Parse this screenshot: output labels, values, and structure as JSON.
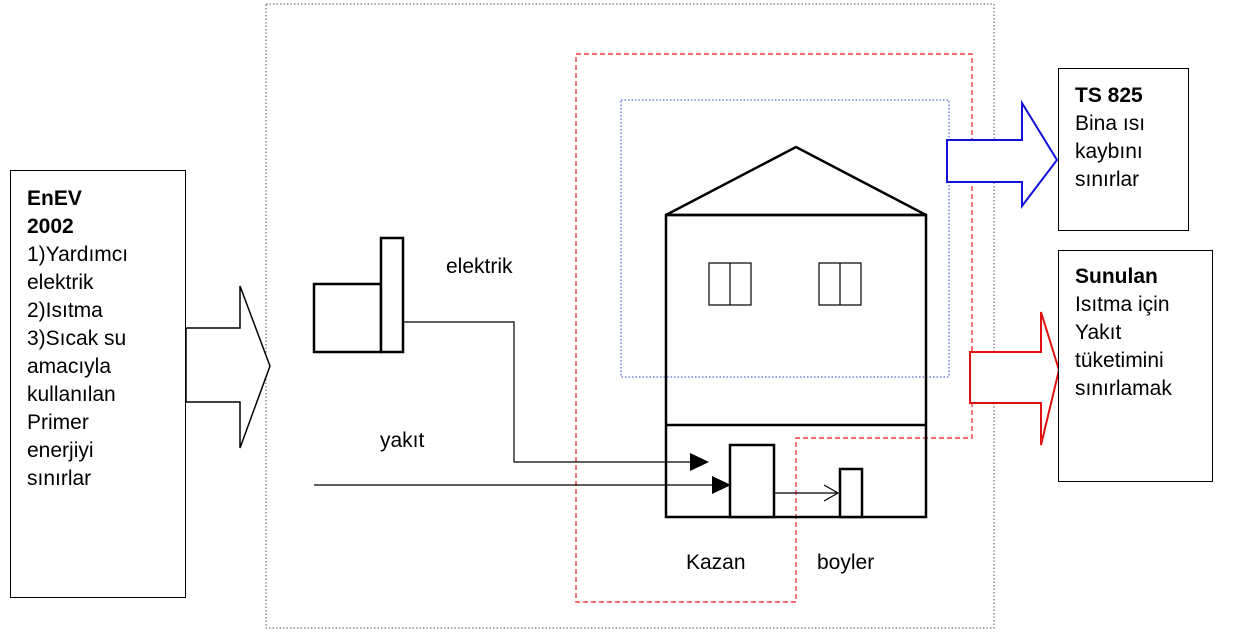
{
  "enev_box": {
    "title_line1": "EnEV",
    "title_line2": "2002",
    "lines": [
      "1)Yardımcı",
      "elektrik",
      "2)Isıtma",
      "3)Sıcak su",
      "amacıyla",
      "kullanılan",
      "Primer",
      "enerjiyi",
      "sınırlar"
    ]
  },
  "ts825_box": {
    "title": "TS 825",
    "lines": [
      "Bina ısı",
      "kaybını",
      "sınırlar"
    ]
  },
  "sunulan_box": {
    "title": "Sunulan",
    "lines": [
      "Isıtma için",
      "Yakıt",
      "tüketimini",
      "sınırlamak"
    ]
  },
  "labels": {
    "elektrik": "elektrik",
    "yakit": "yakıt",
    "kazan": "Kazan",
    "boyler": "boyler"
  },
  "colors": {
    "red_boundary": "#e8191c",
    "blue_boundary": "#2a3fd0",
    "blue_arrow": "#1010d8",
    "red_arrow": "#e01010"
  }
}
